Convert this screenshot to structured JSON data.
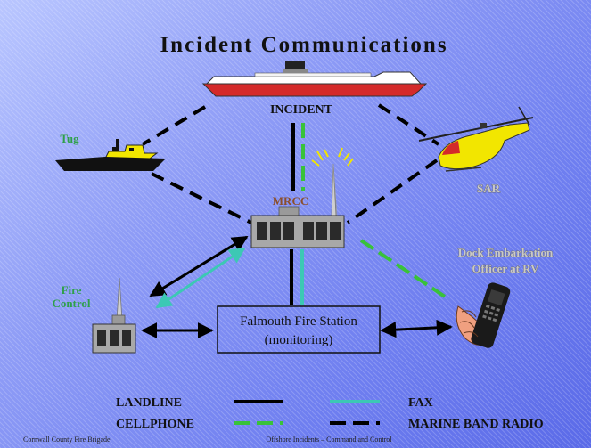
{
  "title": "Incident Communications",
  "nodes": {
    "incident": "INCIDENT",
    "tug": "Tug",
    "sar": "SAR",
    "mrcc": "MRCC",
    "fire_control": [
      "Fire",
      "Control"
    ],
    "station": [
      "Falmouth Fire Station",
      "(monitoring)"
    ],
    "dock_officer": [
      "Dock Embarkation",
      "Officer at RV"
    ]
  },
  "legend": {
    "landline": "LANDLINE",
    "cellphone": "CELLPHONE",
    "fax": "FAX",
    "marine_band_radio": "MARINE BAND RADIO"
  },
  "footer": {
    "left": "Cornwall County Fire Brigade",
    "center": "Offshore Incidents – Command and Control"
  },
  "colors": {
    "landline": "#000000",
    "fax": "#3cc8b4",
    "cellphone": "#39c23a",
    "marine_band_radio": "#000000",
    "hull_red": "#d42a2a",
    "tug_yellow": "#f2e600",
    "tug_label": "#2fa04a",
    "mrcc_label": "#8b4f2b",
    "gray_label": "#c9c9c9"
  }
}
